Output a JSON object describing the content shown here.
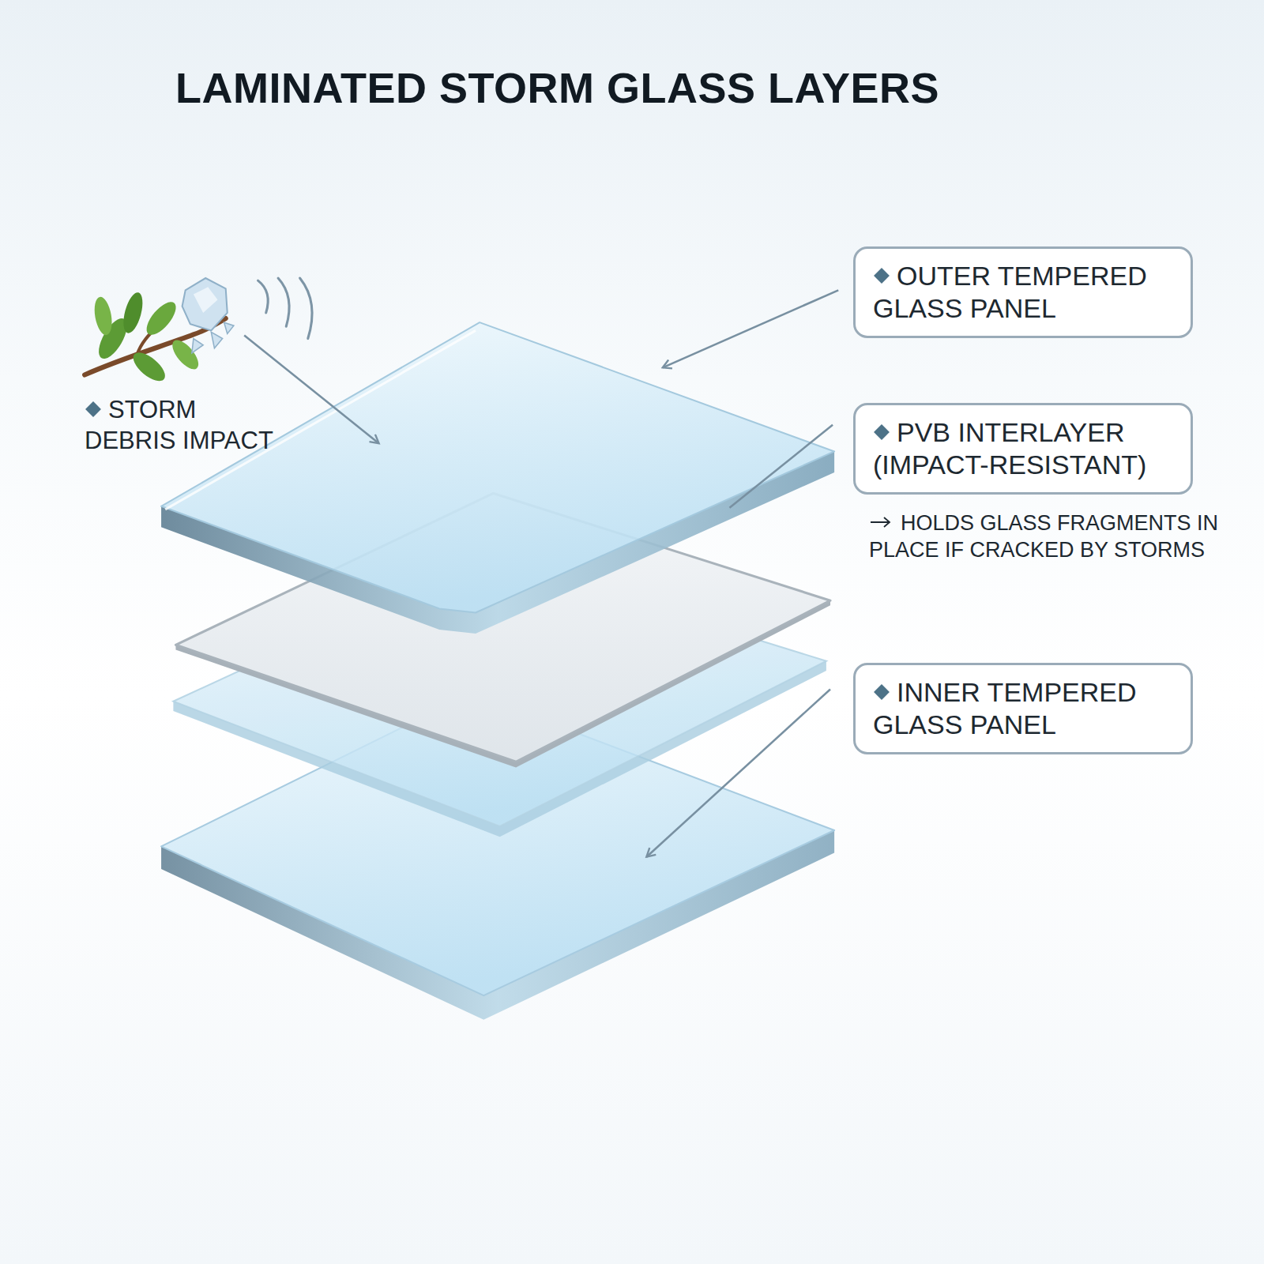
{
  "diagram": {
    "title": "LAMINATED STORM GLASS LAYERS",
    "nodes": [
      {
        "text": [
          "OUTER TEMPERED GLASS PANEL"
        ]
      },
      {
        "text": [
          "PVB INTERLAYER (IMPACT-RESISTANT)"
        ]
      },
      {
        "text": [
          "INNER TEMPERED GLASS PANEL"
        ]
      }
    ],
    "labels": [
      "STORM DEBRIS IMPACT",
      "HOLDS GLASS FRAGMENTS IN PLACE IF CRACKED BY STORMS"
    ]
  }
}
